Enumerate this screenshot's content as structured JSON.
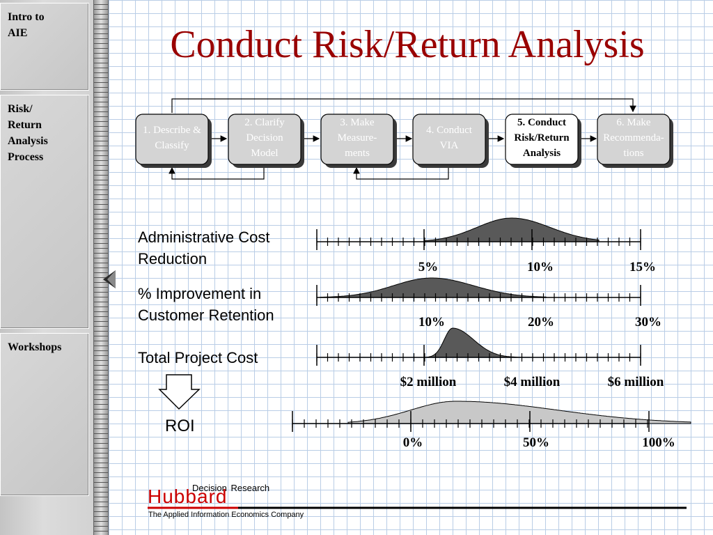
{
  "sidebar": {
    "items": [
      {
        "label_line1": "Intro to",
        "label_line2": "AIE"
      },
      {
        "label_line1": "Risk/",
        "label_line2": "Return",
        "label_line3": "Analysis",
        "label_line4": "Process"
      },
      {
        "label_line1": "Workshops"
      }
    ]
  },
  "title": "Conduct Risk/Return Analysis",
  "process_steps": [
    {
      "line1": "1. Describe &",
      "line2": "Classify",
      "line3": "",
      "active": false
    },
    {
      "line1": "2. Clarify",
      "line2": "Decision",
      "line3": "Model",
      "active": false
    },
    {
      "line1": "3. Make",
      "line2": "Measure-",
      "line3": "ments",
      "active": false
    },
    {
      "line1": "4. Conduct",
      "line2": "VIA",
      "line3": "",
      "active": false
    },
    {
      "line1": "5. Conduct",
      "line2": "Risk/Return",
      "line3": "Analysis",
      "active": true
    },
    {
      "line1": "6. Make",
      "line2": "Recommenda-",
      "line3": "tions",
      "active": false
    }
  ],
  "variables": [
    {
      "label_line1": "Administrative Cost",
      "label_line2": "Reduction",
      "ticks": [
        "5%",
        "10%",
        "15%"
      ]
    },
    {
      "label_line1": "% Improvement in",
      "label_line2": "Customer Retention",
      "ticks": [
        "10%",
        "20%",
        "30%"
      ]
    },
    {
      "label_line1": "Total Project Cost",
      "label_line2": "",
      "ticks": [
        "$2 million",
        "$4 million",
        "$6 million"
      ]
    }
  ],
  "roi": {
    "label": "ROI",
    "ticks": [
      "0%",
      "50%",
      "100%"
    ]
  },
  "logo": {
    "decision": "Decision",
    "research": "Research",
    "hubbard": "Hubbard",
    "tagline": "The Applied Information Economics Company"
  },
  "colors": {
    "title": "#990000",
    "distribution_fill": "#595959",
    "roi_fill": "#c8c8c8",
    "step_inactive_text": "#ffffff",
    "step_active_text": "#000000",
    "logo_red": "#cc0000"
  }
}
